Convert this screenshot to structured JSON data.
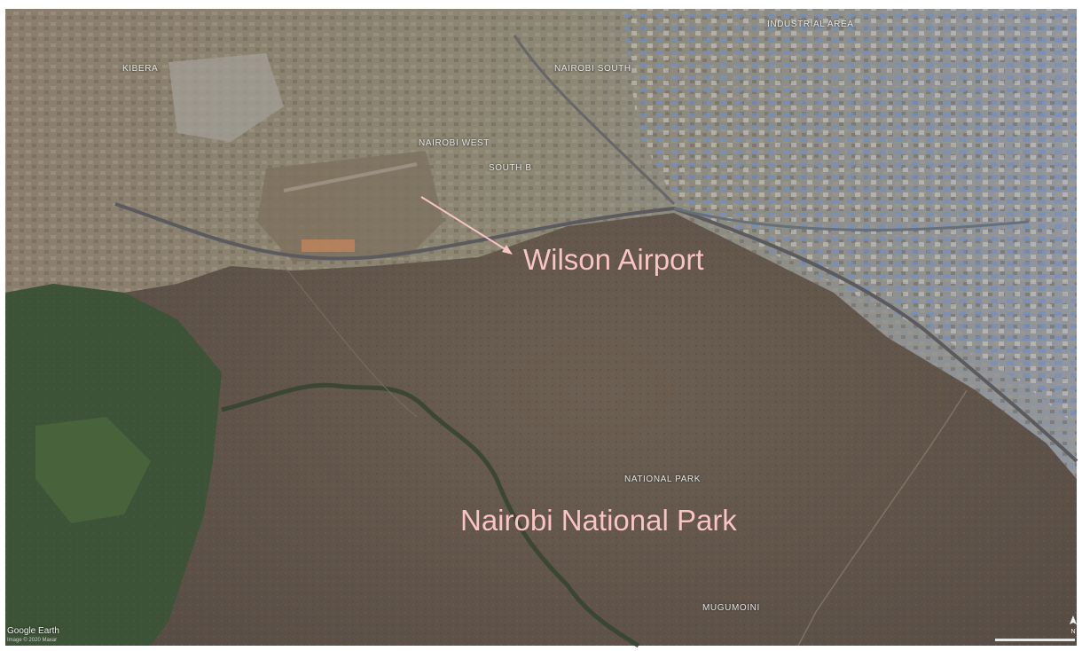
{
  "map": {
    "type": "satellite",
    "source_logo": "Google Earth",
    "logo_subtext": "Image © 2020 Maxar"
  },
  "annotations": {
    "wilson_airport": "Wilson Airport",
    "nairobi_national_park": "Nairobi National Park",
    "color": "#f8c4c4"
  },
  "place_labels": {
    "kibera": "KIBERA",
    "nairobi_south": "NAIROBI SOUTH",
    "nairobi_west": "NAIROBI WEST",
    "south_b": "SOUTH B",
    "industrial_area": "INDUSTRIAL AREA",
    "national_park": "NATIONAL PARK",
    "mugumoini": "MUGUMOINI"
  },
  "colors": {
    "urban": "#8a8576",
    "park": "#6f6355",
    "forest": "#3a4f34",
    "industrial_roofs": "#7a96c2"
  },
  "icons": [
    "compass-icon",
    "scale-bar"
  ]
}
